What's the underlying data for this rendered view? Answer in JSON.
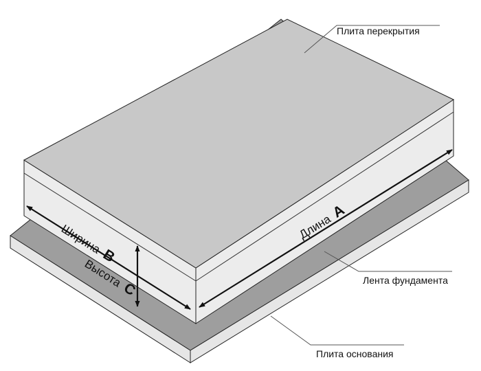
{
  "labels": {
    "slab_top": "Плита перекрытия",
    "foundation_strip": "Лента фундамента",
    "base_slab": "Плита основания"
  },
  "dimensions": {
    "width_word": "Ширина",
    "width_letter": "B",
    "height_word": "Высота",
    "height_letter": "C",
    "length_word": "Длина",
    "length_letter": "A"
  },
  "colors": {
    "top_face": "#c8c8c8",
    "side_face": "#ececec",
    "base_top": "#9e9e9e",
    "base_side": "#e6e6e6",
    "outline": "#222222"
  }
}
